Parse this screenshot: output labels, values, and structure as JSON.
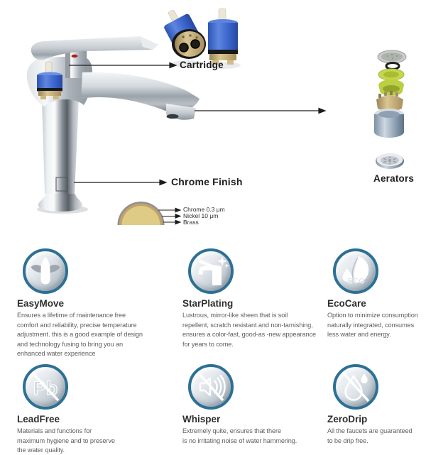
{
  "diagram": {
    "cartridge_label": "Cartridge",
    "chrome_finish_label": "Chrome Finish",
    "aerators_label": "Aerators",
    "plating_layers": [
      "Chrome 0.3 μm",
      "Nickel 10 μm",
      "Brass"
    ]
  },
  "icon_badges": {
    "eco": "ECO",
    "lead": "Pb"
  },
  "features": [
    {
      "title": "EasyMove",
      "icon": "easymove-lever-icon",
      "description": "Ensures a lifetime of maintenance free\ncomfort and reliability, precise temperature\nadjustment. this is a good example of design\nand technology fusing to bring you an\nenhanced water experience"
    },
    {
      "title": "StarPlating",
      "icon": "starplating-faucet-sparkle-icon",
      "description": "Lustrous, mirror-like sheen that is soil\nrepellent, scratch resistant and non-tarnishing,\nensures a color-fast, good-as -new appearance\nfor years to come."
    },
    {
      "title": "EcoCare",
      "icon": "ecocare-leaf-drop-icon",
      "description": "Option to minimize consumption\nnaturally integrated, consumes\nless water and energy."
    },
    {
      "title": "LeadFree",
      "icon": "leadfree-no-lead-icon",
      "description": "Materials and functions for\nmaximum hygiene and to preserve\nthe water quality."
    },
    {
      "title": "Whisper",
      "icon": "whisper-no-noise-icon",
      "description": "Extremely quite, ensures that there\nis no irritating noise of water hammering."
    },
    {
      "title": "ZeroDrip",
      "icon": "zerodrip-no-drip-icon",
      "description": "All the faucets are guaranteed\nto be drip free."
    }
  ],
  "colors": {
    "feature_ring": "#2d7095",
    "cartridge_blue": "#3a63cc",
    "brass": "#c9b27f",
    "aerator_green": "#c6d64f",
    "layer_chrome_gray": "#8f9094",
    "layer_nickel_tan": "#c2a268",
    "layer_brass_fill": "#decb85",
    "arrow_black": "#1c1c1c",
    "title_text": "#2f2f2f",
    "body_text": "#5e5e5e"
  }
}
